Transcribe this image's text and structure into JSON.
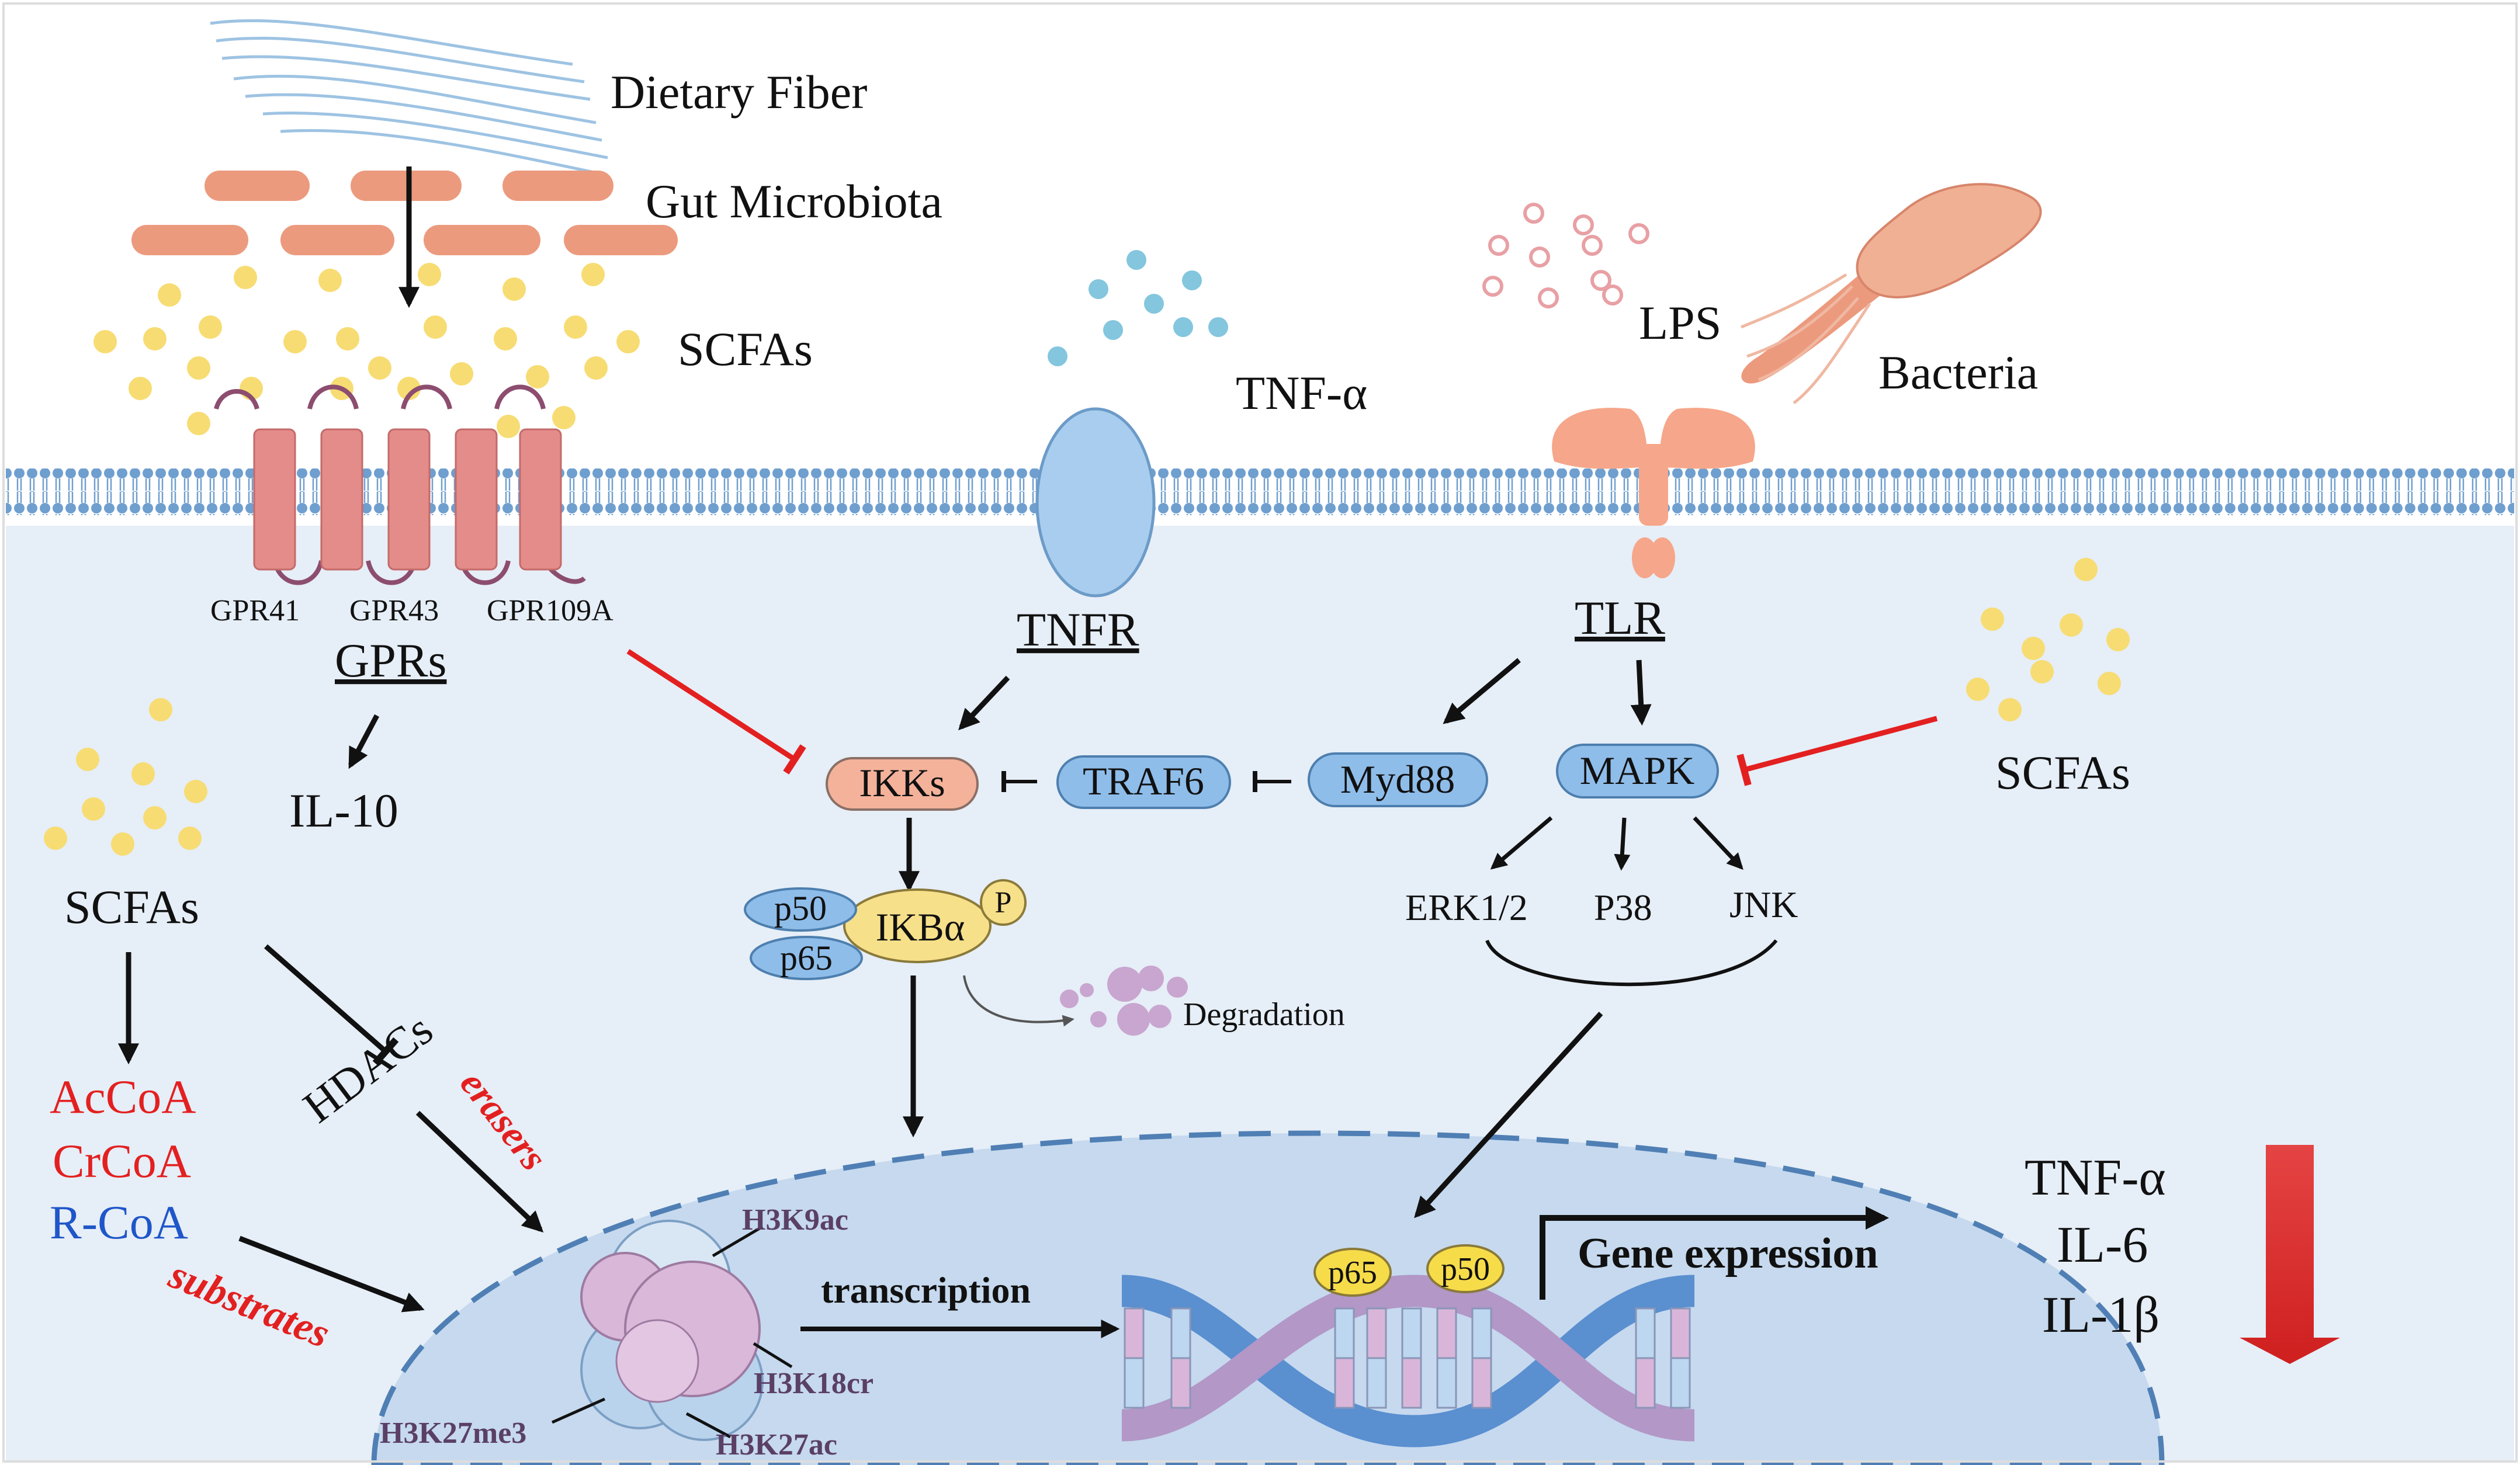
{
  "labels": {
    "dietary_fiber": "Dietary Fiber",
    "gut_microbiota": "Gut Microbiota",
    "scfas_top": "SCFAs",
    "tnf_alpha_top": "TNF-α",
    "lps": "LPS",
    "bacteria": "Bacteria",
    "gpr41": "GPR41",
    "gpr43": "GPR43",
    "gpr109a": "GPR109A",
    "gprs": "GPRs",
    "tnfr": "TNFR",
    "tlr": "TLR",
    "il10": "IL-10",
    "scfas_left": "SCFAs",
    "scfas_right": "SCFAs",
    "ikks": "IKKs",
    "traf6": "TRAF6",
    "myd88": "Myd88",
    "mapk": "MAPK",
    "erk": "ERK1/2",
    "p38": "P38",
    "jnk": "JNK",
    "p50": "p50",
    "p65": "p65",
    "ikba": "IKBα",
    "phospho": "P",
    "degradation": "Degradation",
    "hdacs": "HDACs",
    "erasers": "erasers",
    "acoa": "AcCoA",
    "crcoa": "CrCoA",
    "rcoa": "R-CoA",
    "substrates": "substrates",
    "h3k9ac": "H3K9ac",
    "h3k18cr": "H3K18cr",
    "h3k27me3": "H3K27me3",
    "h3k27ac": "H3K27ac",
    "transcription": "transcription",
    "gene_expression": "Gene expression",
    "dna_p65": "p65",
    "dna_p50": "p50",
    "out_tnf": "TNF-α",
    "out_il6": "IL-6",
    "out_il1b": "IL-1β"
  },
  "colors": {
    "cytoplasm": "#e6eef7",
    "nucleus": "#c6d9ee",
    "membrane_head": "#6f9fcf",
    "red_accent": "#e32020",
    "blue_text": "#1f56c9",
    "ikks_fill": "#f4b29a",
    "protein_blue": "#8fbdea",
    "scfa_yellow": "#f7dc73",
    "gpr_pink": "#e38c8a",
    "bacteria_orange": "#ec9a7e",
    "histone_purple": "#d9b8d9"
  }
}
